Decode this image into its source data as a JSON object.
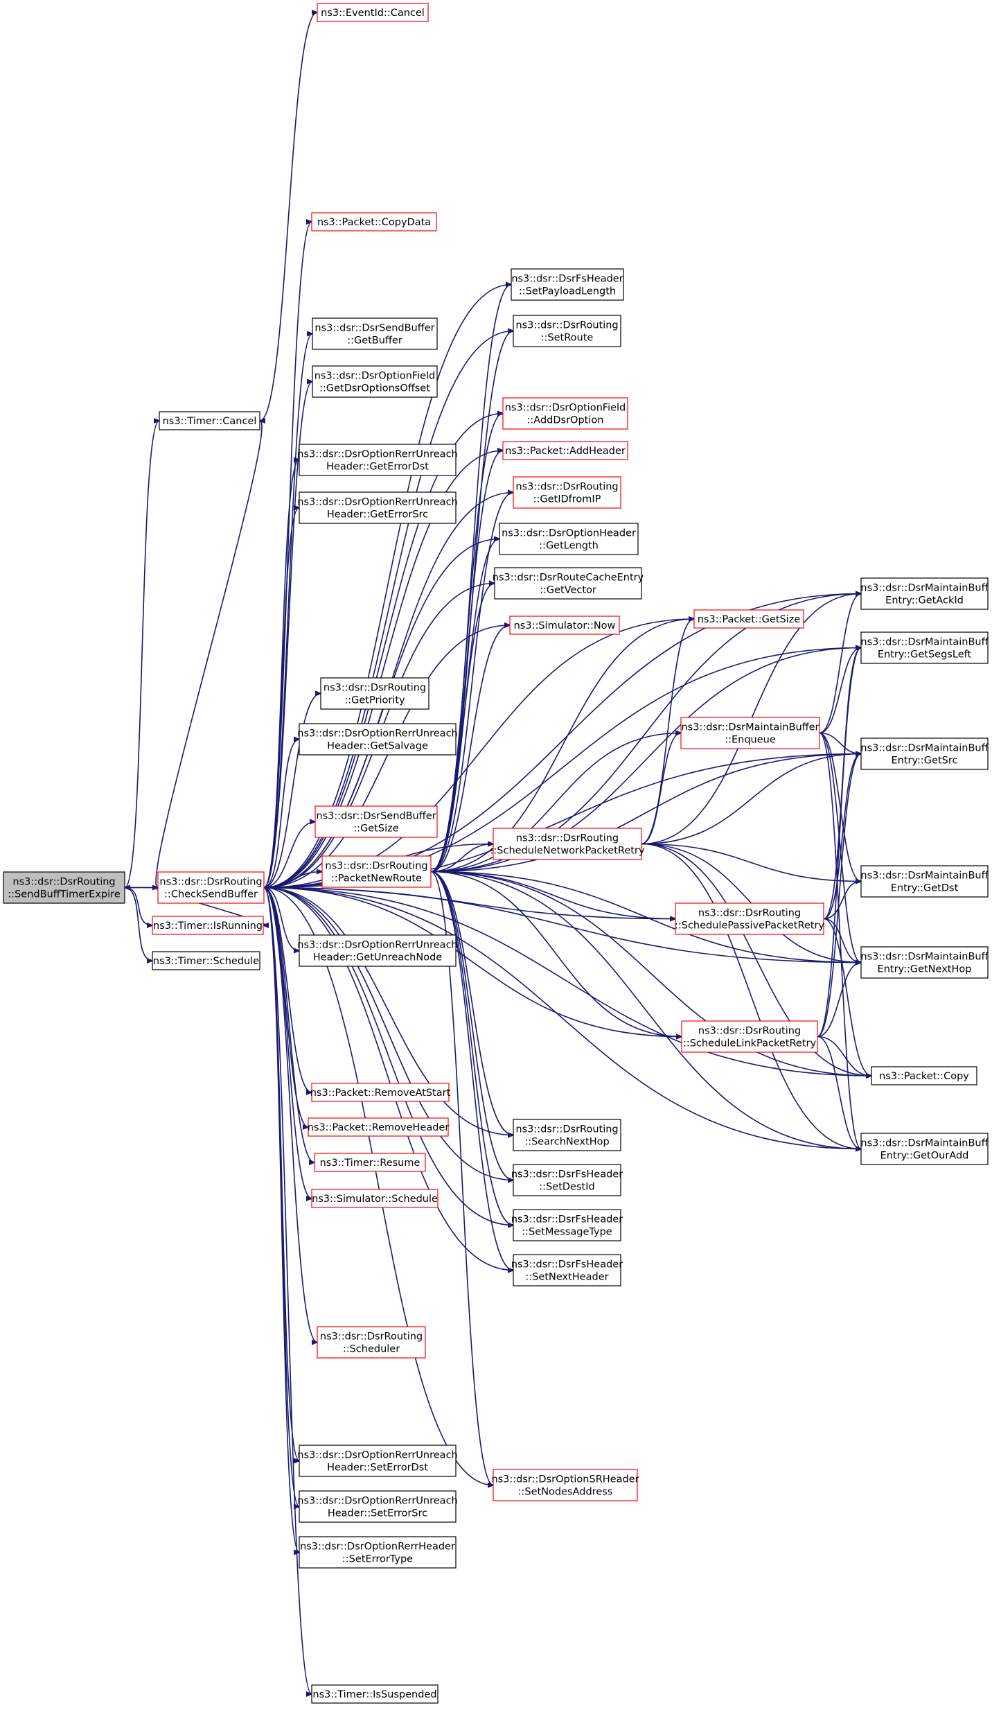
{
  "colors": {
    "edge": "#191970",
    "box_border_normal": "#000000",
    "box_border_truncated": "#ff0000",
    "box_fill": "#ffffff",
    "root_fill": "#bfbfbf",
    "text": "#000000"
  },
  "nodes": [
    {
      "id": "root",
      "lines": [
        "ns3::dsr::DsrRouting",
        "::SendBuffTimerExpire"
      ],
      "style": "root"
    },
    {
      "id": "timer_cancel",
      "lines": [
        "ns3::Timer::Cancel"
      ],
      "style": "normal"
    },
    {
      "id": "eventid_cancel",
      "lines": [
        "ns3::EventId::Cancel"
      ],
      "style": "truncated"
    },
    {
      "id": "checksendbuffer",
      "lines": [
        "ns3::dsr::DsrRouting",
        "::CheckSendBuffer"
      ],
      "style": "truncated"
    },
    {
      "id": "timer_isrunning",
      "lines": [
        "ns3::Timer::IsRunning"
      ],
      "style": "truncated"
    },
    {
      "id": "timer_schedule",
      "lines": [
        "ns3::Timer::Schedule"
      ],
      "style": "normal"
    },
    {
      "id": "packet_copydata",
      "lines": [
        "ns3::Packet::CopyData"
      ],
      "style": "truncated"
    },
    {
      "id": "sendbuffer_getbuffer",
      "lines": [
        "ns3::dsr::DsrSendBuffer",
        "::GetBuffer"
      ],
      "style": "normal"
    },
    {
      "id": "optionfield_getoffset",
      "lines": [
        "ns3::dsr::DsrOptionField",
        "::GetDsrOptionsOffset"
      ],
      "style": "normal"
    },
    {
      "id": "rerr_geterrordst",
      "lines": [
        "ns3::dsr::DsrOptionRerrUnreach",
        "Header::GetErrorDst"
      ],
      "style": "normal"
    },
    {
      "id": "rerr_geterrorsrc",
      "lines": [
        "ns3::dsr::DsrOptionRerrUnreach",
        "Header::GetErrorSrc"
      ],
      "style": "normal"
    },
    {
      "id": "routing_getpriority",
      "lines": [
        "ns3::dsr::DsrRouting",
        "::GetPriority"
      ],
      "style": "normal"
    },
    {
      "id": "rerr_getsalvage",
      "lines": [
        "ns3::dsr::DsrOptionRerrUnreach",
        "Header::GetSalvage"
      ],
      "style": "normal"
    },
    {
      "id": "sendbuffer_getsize",
      "lines": [
        "ns3::dsr::DsrSendBuffer",
        "::GetSize"
      ],
      "style": "truncated"
    },
    {
      "id": "packetnewroute",
      "lines": [
        "ns3::dsr::DsrRouting",
        "::PacketNewRoute"
      ],
      "style": "truncated"
    },
    {
      "id": "rerr_getunreachnode",
      "lines": [
        "ns3::dsr::DsrOptionRerrUnreach",
        "Header::GetUnreachNode"
      ],
      "style": "normal"
    },
    {
      "id": "packet_removeatstart",
      "lines": [
        "ns3::Packet::RemoveAtStart"
      ],
      "style": "truncated"
    },
    {
      "id": "packet_removeheader",
      "lines": [
        "ns3::Packet::RemoveHeader"
      ],
      "style": "truncated"
    },
    {
      "id": "timer_resume",
      "lines": [
        "ns3::Timer::Resume"
      ],
      "style": "truncated"
    },
    {
      "id": "simulator_schedule",
      "lines": [
        "ns3::Simulator::Schedule"
      ],
      "style": "truncated"
    },
    {
      "id": "routing_scheduler",
      "lines": [
        "ns3::dsr::DsrRouting",
        "::Scheduler"
      ],
      "style": "truncated"
    },
    {
      "id": "rerr_seterrordst",
      "lines": [
        "ns3::dsr::DsrOptionRerrUnreach",
        "Header::SetErrorDst"
      ],
      "style": "normal"
    },
    {
      "id": "rerr_seterrorsrc",
      "lines": [
        "ns3::dsr::DsrOptionRerrUnreach",
        "Header::SetErrorSrc"
      ],
      "style": "normal"
    },
    {
      "id": "rerrheader_seterrortype",
      "lines": [
        "ns3::dsr::DsrOptionRerrHeader",
        "::SetErrorType"
      ],
      "style": "normal"
    },
    {
      "id": "timer_issuspended",
      "lines": [
        "ns3::Timer::IsSuspended"
      ],
      "style": "normal"
    },
    {
      "id": "fsheader_setpayloadlength",
      "lines": [
        "ns3::dsr::DsrFsHeader",
        "::SetPayloadLength"
      ],
      "style": "normal"
    },
    {
      "id": "routing_setroute",
      "lines": [
        "ns3::dsr::DsrRouting",
        "::SetRoute"
      ],
      "style": "normal"
    },
    {
      "id": "optionfield_adddsroption",
      "lines": [
        "ns3::dsr::DsrOptionField",
        "::AddDsrOption"
      ],
      "style": "truncated"
    },
    {
      "id": "packet_addheader",
      "lines": [
        "ns3::Packet::AddHeader"
      ],
      "style": "truncated"
    },
    {
      "id": "routing_getidfromip",
      "lines": [
        "ns3::dsr::DsrRouting",
        "::GetIDfromIP"
      ],
      "style": "truncated"
    },
    {
      "id": "optionheader_getlength",
      "lines": [
        "ns3::dsr::DsrOptionHeader",
        "::GetLength"
      ],
      "style": "normal"
    },
    {
      "id": "routecacheentry_getvector",
      "lines": [
        "ns3::dsr::DsrRouteCacheEntry",
        "::GetVector"
      ],
      "style": "normal"
    },
    {
      "id": "simulator_now",
      "lines": [
        "ns3::Simulator::Now"
      ],
      "style": "truncated"
    },
    {
      "id": "schedulenetworkpacketretry",
      "lines": [
        "ns3::dsr::DsrRouting",
        "::ScheduleNetworkPacketRetry"
      ],
      "style": "truncated"
    },
    {
      "id": "routing_searchnexthop",
      "lines": [
        "ns3::dsr::DsrRouting",
        "::SearchNextHop"
      ],
      "style": "normal"
    },
    {
      "id": "fsheader_setdestid",
      "lines": [
        "ns3::dsr::DsrFsHeader",
        "::SetDestId"
      ],
      "style": "normal"
    },
    {
      "id": "fsheader_setmessagetype",
      "lines": [
        "ns3::dsr::DsrFsHeader",
        "::SetMessageType"
      ],
      "style": "normal"
    },
    {
      "id": "fsheader_setnextheader",
      "lines": [
        "ns3::dsr::DsrFsHeader",
        "::SetNextHeader"
      ],
      "style": "normal"
    },
    {
      "id": "srheader_setnodesaddress",
      "lines": [
        "ns3::dsr::DsrOptionSRHeader",
        "::SetNodesAddress"
      ],
      "style": "truncated"
    },
    {
      "id": "packet_getsize",
      "lines": [
        "ns3::Packet::GetSize"
      ],
      "style": "truncated"
    },
    {
      "id": "maintainbuffer_enqueue",
      "lines": [
        "ns3::dsr::DsrMaintainBuffer",
        "::Enqueue"
      ],
      "style": "truncated"
    },
    {
      "id": "schedulepassivepacketretry",
      "lines": [
        "ns3::dsr::DsrRouting",
        "::SchedulePassivePacketRetry"
      ],
      "style": "truncated"
    },
    {
      "id": "schedulelinkpacketretry",
      "lines": [
        "ns3::dsr::DsrRouting",
        "::ScheduleLinkPacketRetry"
      ],
      "style": "truncated"
    },
    {
      "id": "mbe_getackid",
      "lines": [
        "ns3::dsr::DsrMaintainBuff",
        "Entry::GetAckId"
      ],
      "style": "normal"
    },
    {
      "id": "mbe_getsegsleft",
      "lines": [
        "ns3::dsr::DsrMaintainBuff",
        "Entry::GetSegsLeft"
      ],
      "style": "normal"
    },
    {
      "id": "mbe_getsrc",
      "lines": [
        "ns3::dsr::DsrMaintainBuff",
        "Entry::GetSrc"
      ],
      "style": "normal"
    },
    {
      "id": "mbe_getdst",
      "lines": [
        "ns3::dsr::DsrMaintainBuff",
        "Entry::GetDst"
      ],
      "style": "normal"
    },
    {
      "id": "mbe_getnexthop",
      "lines": [
        "ns3::dsr::DsrMaintainBuff",
        "Entry::GetNextHop"
      ],
      "style": "normal"
    },
    {
      "id": "packet_copy",
      "lines": [
        "ns3::Packet::Copy"
      ],
      "style": "normal"
    },
    {
      "id": "mbe_getouradd",
      "lines": [
        "ns3::dsr::DsrMaintainBuff",
        "Entry::GetOurAdd"
      ],
      "style": "normal"
    }
  ],
  "edges": [
    [
      "root",
      "timer_cancel"
    ],
    [
      "root",
      "checksendbuffer"
    ],
    [
      "root",
      "timer_isrunning"
    ],
    [
      "root",
      "timer_schedule"
    ],
    [
      "timer_cancel",
      "eventid_cancel"
    ],
    [
      "checksendbuffer",
      "root"
    ],
    [
      "checksendbuffer",
      "timer_cancel"
    ],
    [
      "checksendbuffer",
      "packet_copydata"
    ],
    [
      "checksendbuffer",
      "sendbuffer_getbuffer"
    ],
    [
      "checksendbuffer",
      "optionfield_getoffset"
    ],
    [
      "checksendbuffer",
      "rerr_geterrordst"
    ],
    [
      "checksendbuffer",
      "rerr_geterrorsrc"
    ],
    [
      "checksendbuffer",
      "routing_getpriority"
    ],
    [
      "checksendbuffer",
      "rerr_getsalvage"
    ],
    [
      "checksendbuffer",
      "sendbuffer_getsize"
    ],
    [
      "checksendbuffer",
      "packetnewroute"
    ],
    [
      "checksendbuffer",
      "rerr_getunreachnode"
    ],
    [
      "checksendbuffer",
      "timer_isrunning"
    ],
    [
      "checksendbuffer",
      "packet_removeatstart"
    ],
    [
      "checksendbuffer",
      "packet_removeheader"
    ],
    [
      "checksendbuffer",
      "timer_resume"
    ],
    [
      "checksendbuffer",
      "simulator_schedule"
    ],
    [
      "checksendbuffer",
      "routing_scheduler"
    ],
    [
      "checksendbuffer",
      "rerr_seterrordst"
    ],
    [
      "checksendbuffer",
      "rerr_seterrorsrc"
    ],
    [
      "checksendbuffer",
      "rerrheader_seterrortype"
    ],
    [
      "checksendbuffer",
      "timer_issuspended"
    ],
    [
      "checksendbuffer",
      "fsheader_setpayloadlength"
    ],
    [
      "checksendbuffer",
      "routing_setroute"
    ],
    [
      "checksendbuffer",
      "optionfield_adddsroption"
    ],
    [
      "checksendbuffer",
      "packet_addheader"
    ],
    [
      "checksendbuffer",
      "routing_getidfromip"
    ],
    [
      "checksendbuffer",
      "optionheader_getlength"
    ],
    [
      "checksendbuffer",
      "routecacheentry_getvector"
    ],
    [
      "checksendbuffer",
      "simulator_now"
    ],
    [
      "checksendbuffer",
      "schedulenetworkpacketretry"
    ],
    [
      "checksendbuffer",
      "schedulepassivepacketretry"
    ],
    [
      "checksendbuffer",
      "schedulelinkpacketretry"
    ],
    [
      "checksendbuffer",
      "routing_searchnexthop"
    ],
    [
      "checksendbuffer",
      "fsheader_setdestid"
    ],
    [
      "checksendbuffer",
      "fsheader_setmessagetype"
    ],
    [
      "checksendbuffer",
      "fsheader_setnextheader"
    ],
    [
      "checksendbuffer",
      "srheader_setnodesaddress"
    ],
    [
      "checksendbuffer",
      "packet_getsize"
    ],
    [
      "checksendbuffer",
      "mbe_getackid"
    ],
    [
      "checksendbuffer",
      "mbe_getsegsleft"
    ],
    [
      "checksendbuffer",
      "mbe_getsrc"
    ],
    [
      "checksendbuffer",
      "mbe_getnexthop"
    ],
    [
      "checksendbuffer",
      "packet_copy"
    ],
    [
      "checksendbuffer",
      "mbe_getouradd"
    ],
    [
      "packetnewroute",
      "fsheader_setpayloadlength"
    ],
    [
      "packetnewroute",
      "routing_setroute"
    ],
    [
      "packetnewroute",
      "optionfield_adddsroption"
    ],
    [
      "packetnewroute",
      "packet_addheader"
    ],
    [
      "packetnewroute",
      "routing_getidfromip"
    ],
    [
      "packetnewroute",
      "optionheader_getlength"
    ],
    [
      "packetnewroute",
      "routecacheentry_getvector"
    ],
    [
      "packetnewroute",
      "simulator_now"
    ],
    [
      "packetnewroute",
      "schedulenetworkpacketretry"
    ],
    [
      "packetnewroute",
      "schedulepassivepacketretry"
    ],
    [
      "packetnewroute",
      "schedulelinkpacketretry"
    ],
    [
      "packetnewroute",
      "routing_searchnexthop"
    ],
    [
      "packetnewroute",
      "fsheader_setdestid"
    ],
    [
      "packetnewroute",
      "fsheader_setmessagetype"
    ],
    [
      "packetnewroute",
      "fsheader_setnextheader"
    ],
    [
      "packetnewroute",
      "srheader_setnodesaddress"
    ],
    [
      "packetnewroute",
      "packet_getsize"
    ],
    [
      "packetnewroute",
      "maintainbuffer_enqueue"
    ],
    [
      "packetnewroute",
      "mbe_getackid"
    ],
    [
      "packetnewroute",
      "mbe_getsegsleft"
    ],
    [
      "packetnewroute",
      "mbe_getsrc"
    ],
    [
      "packetnewroute",
      "mbe_getnexthop"
    ],
    [
      "packetnewroute",
      "packet_copy"
    ],
    [
      "packetnewroute",
      "mbe_getouradd"
    ],
    [
      "schedulenetworkpacketretry",
      "packet_getsize"
    ],
    [
      "schedulenetworkpacketretry",
      "maintainbuffer_enqueue"
    ],
    [
      "schedulenetworkpacketretry",
      "mbe_getackid"
    ],
    [
      "schedulenetworkpacketretry",
      "mbe_getsrc"
    ],
    [
      "schedulenetworkpacketretry",
      "mbe_getdst"
    ],
    [
      "schedulenetworkpacketretry",
      "mbe_getnexthop"
    ],
    [
      "schedulenetworkpacketretry",
      "packet_copy"
    ],
    [
      "schedulenetworkpacketretry",
      "mbe_getouradd"
    ],
    [
      "maintainbuffer_enqueue",
      "mbe_getackid"
    ],
    [
      "maintainbuffer_enqueue",
      "mbe_getsegsleft"
    ],
    [
      "maintainbuffer_enqueue",
      "mbe_getsrc"
    ],
    [
      "maintainbuffer_enqueue",
      "mbe_getdst"
    ],
    [
      "maintainbuffer_enqueue",
      "mbe_getnexthop"
    ],
    [
      "maintainbuffer_enqueue",
      "mbe_getouradd"
    ],
    [
      "schedulepassivepacketretry",
      "mbe_getsegsleft"
    ],
    [
      "schedulepassivepacketretry",
      "mbe_getsrc"
    ],
    [
      "schedulepassivepacketretry",
      "mbe_getdst"
    ],
    [
      "schedulepassivepacketretry",
      "mbe_getnexthop"
    ],
    [
      "schedulepassivepacketretry",
      "packet_copy"
    ],
    [
      "schedulelinkpacketretry",
      "mbe_getsegsleft"
    ],
    [
      "schedulelinkpacketretry",
      "mbe_getsrc"
    ],
    [
      "schedulelinkpacketretry",
      "mbe_getnexthop"
    ],
    [
      "schedulelinkpacketretry",
      "packet_copy"
    ],
    [
      "schedulelinkpacketretry",
      "mbe_getouradd"
    ]
  ]
}
